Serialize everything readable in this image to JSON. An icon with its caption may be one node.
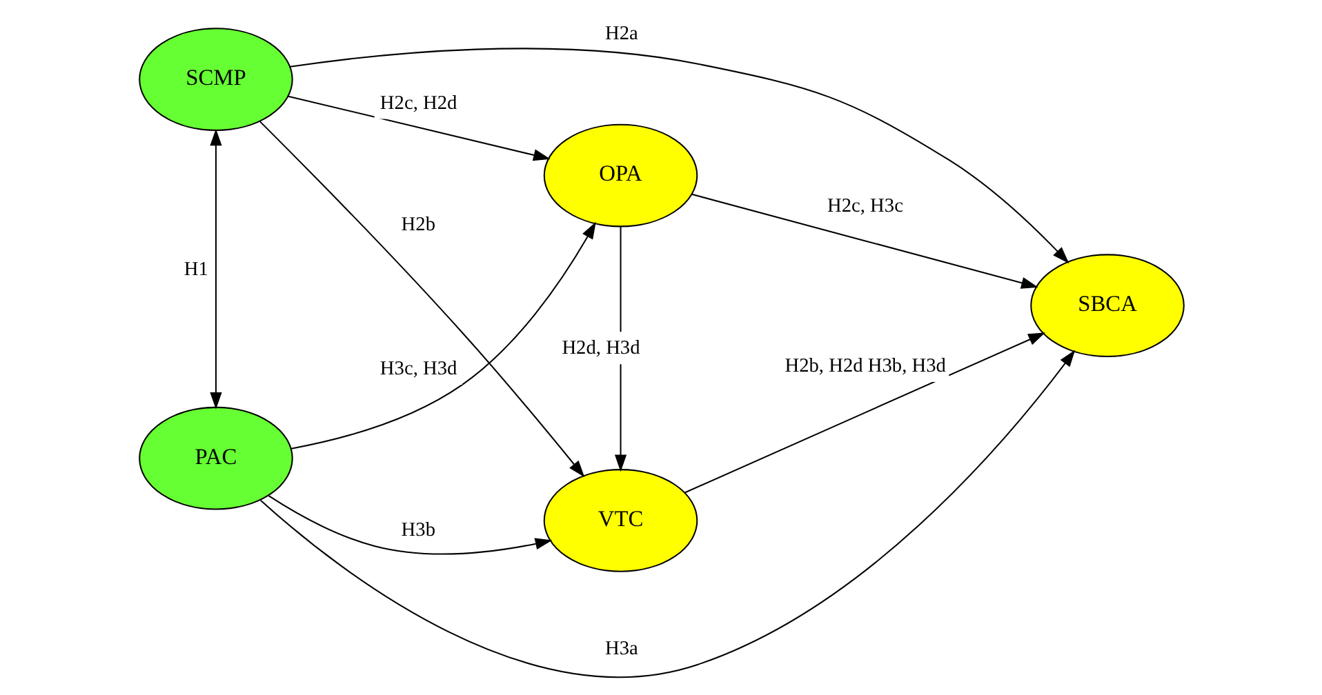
{
  "diagram": {
    "nodes": [
      {
        "text": [
          "SCMP"
        ]
      },
      {
        "text": [
          "PAC"
        ]
      },
      {
        "text": [
          "OPA"
        ]
      },
      {
        "text": [
          "VTC"
        ]
      },
      {
        "text": [
          "SBCA"
        ]
      }
    ],
    "edges": [
      {
        "from": 0,
        "to": 4,
        "arrow": "to",
        "label": "H2a"
      },
      {
        "from": 0,
        "to": 1,
        "arrow": "both",
        "label": "H1"
      },
      {
        "from": 0,
        "to": 2,
        "arrow": "to",
        "label": "H2c, H2d"
      },
      {
        "from": 0,
        "to": 3,
        "arrow": "to",
        "label": "H2b"
      },
      {
        "from": 1,
        "to": 2,
        "arrow": "to",
        "label": "H3c, H3d"
      },
      {
        "from": 1,
        "to": 3,
        "arrow": "to",
        "label": "H3b"
      },
      {
        "from": 1,
        "to": 4,
        "arrow": "to",
        "label": "H3a"
      },
      {
        "from": 2,
        "to": 3,
        "arrow": "to",
        "label": "H2d, H3d"
      },
      {
        "from": 2,
        "to": 4,
        "arrow": "to",
        "label": "H2c, H3c"
      },
      {
        "from": 3,
        "to": 4,
        "arrow": "to",
        "label": "H2b, H2d H3b, H3d"
      }
    ]
  }
}
